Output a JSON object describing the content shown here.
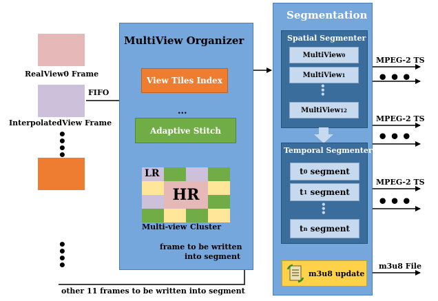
{
  "colors": {
    "panel": "#75a7dd",
    "inner": "#3a6d9c",
    "subbox": "#c6d9ee",
    "orange": "#ef7d31",
    "green": "#70ad47",
    "pink": "#e6b9b8",
    "lavender": "#ccc0da",
    "yellow": "#ffe699",
    "m3u8": "#ffd24a"
  },
  "frames": {
    "real_view_label": "RealView0 Frame",
    "interp_view_label": "InterpolatedView Frame",
    "fifo_label": "FIFO"
  },
  "organizer": {
    "title": "MultiView Organizer",
    "index_box": "View Tiles Index",
    "ellipsis": "...",
    "stitch_box": "Adaptive Stitch",
    "grid_lr": "LR",
    "grid_hr": "HR",
    "cluster_label_a": "Multi-view",
    "cluster_label_b": "Cluster",
    "written_line1": "frame to be written",
    "written_line2": "into segment"
  },
  "segmentation": {
    "title": "Segmentation",
    "spatial": {
      "title": "Spatial Segmenter",
      "items": [
        {
          "base": "MultiView",
          "sub": "0"
        },
        {
          "base": "MultiView",
          "sub": "1"
        },
        {
          "base": "MultiView",
          "sub": "12"
        }
      ]
    },
    "temporal": {
      "title": "Temporal Segmenter",
      "items": [
        {
          "base": "t",
          "sub": "0",
          "rest": " segment"
        },
        {
          "base": "t",
          "sub": "1",
          "rest": " segment"
        },
        {
          "base": "t",
          "sub": "n",
          "rest": " segment"
        }
      ]
    },
    "m3u8_label": "m3u8 update"
  },
  "outputs": {
    "ts1": "MPEG-2 TS",
    "ts2": "MPEG-2 TS",
    "ts3": "MPEG-2 TS",
    "m3u8_file": "m3u8 File"
  },
  "bottom_note": "other 11 frames to be written into segment"
}
